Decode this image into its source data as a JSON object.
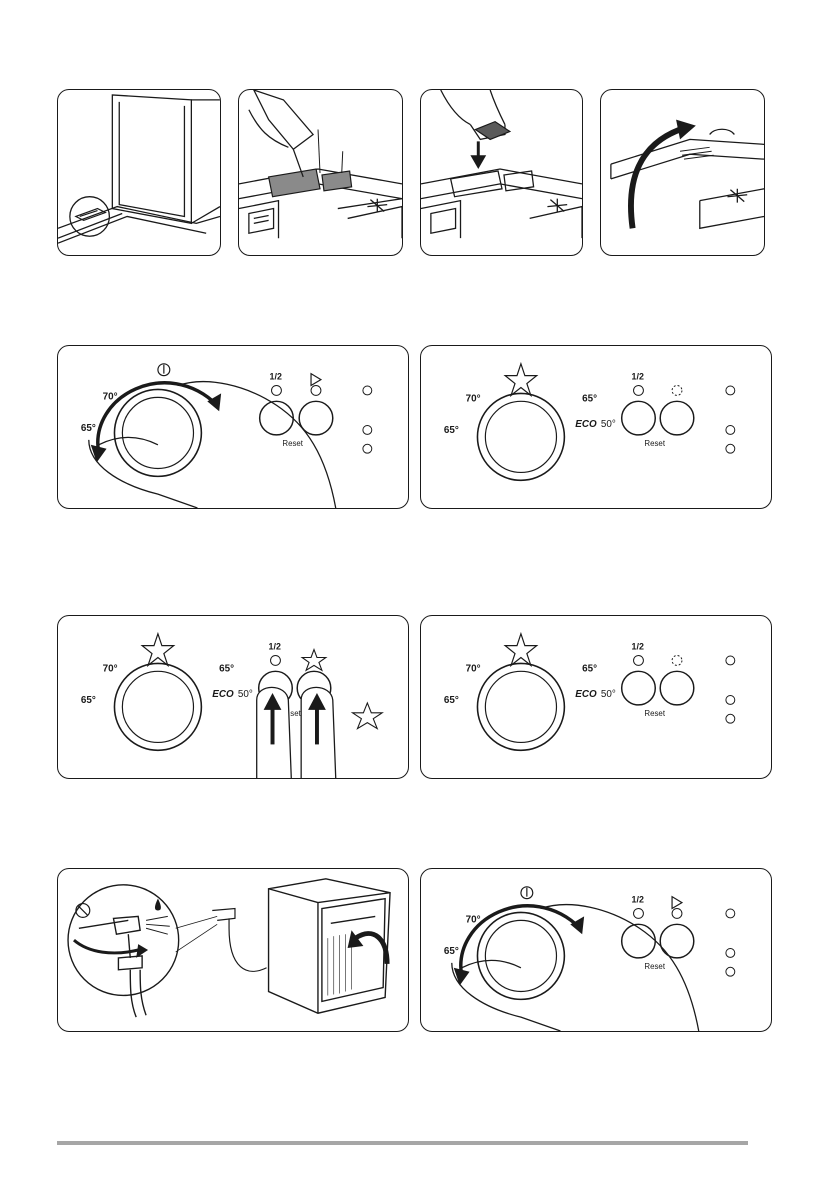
{
  "controls": {
    "half_load": "1/2",
    "reset": "Reset",
    "reset_partial": "set",
    "temp_70": "70°",
    "temp_65_left": "65°",
    "temp_65_right": "65°",
    "eco": "ECO",
    "temp_50": "50°"
  },
  "colors": {
    "line": "#1a1a1a",
    "footer_rule": "#a6a6a6",
    "granules": "#8a8a8a"
  }
}
